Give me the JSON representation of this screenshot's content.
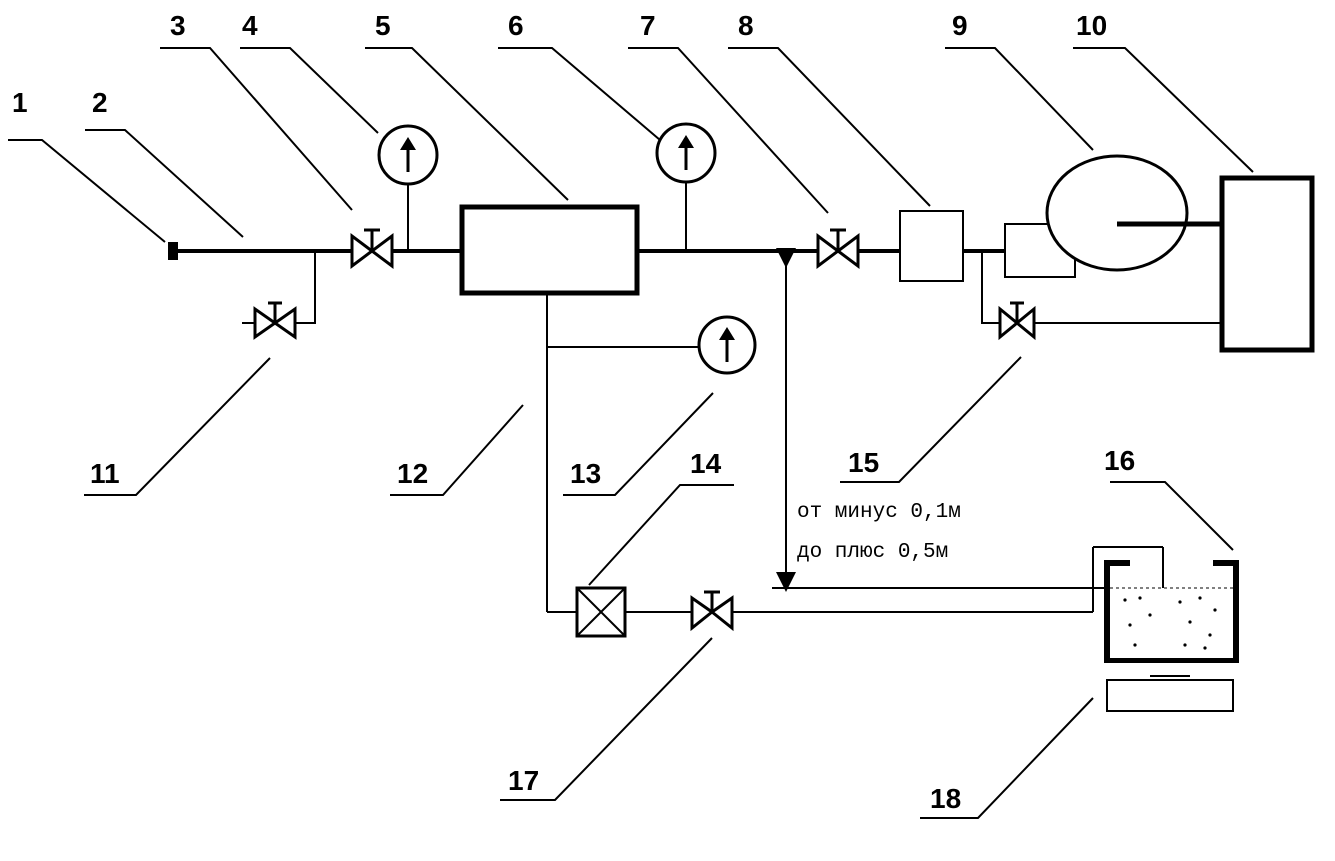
{
  "labels": {
    "l1": "1",
    "l2": "2",
    "l3": "3",
    "l4": "4",
    "l5": "5",
    "l6": "6",
    "l7": "7",
    "l8": "8",
    "l9": "9",
    "l10": "10",
    "l11": "11",
    "l12": "12",
    "l13": "13",
    "l14": "14",
    "l15": "15",
    "l16": "16",
    "l17": "17",
    "l18": "18"
  },
  "height_note": {
    "line1": "от минус 0,1м",
    "line2": "до плюс 0,5м"
  },
  "colors": {
    "stroke": "#000000",
    "background": "#ffffff"
  },
  "icons": [
    "valve-icon",
    "pressure-gauge-icon",
    "filter-icon",
    "pump-icon"
  ]
}
